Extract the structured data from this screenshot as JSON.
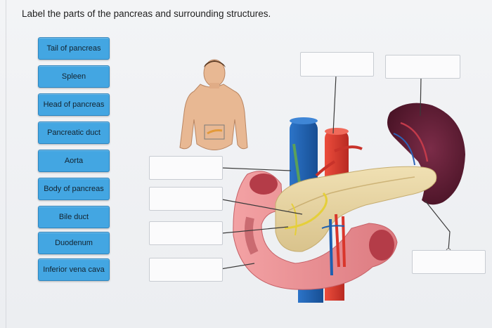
{
  "instruction": "Label the parts of the pancreas and surrounding structures.",
  "label_chips": [
    "Tail of pancreas",
    "Spleen",
    "Head of pancreas",
    "Pancreatic duct",
    "Aorta",
    "Body of pancreas",
    "Bile duct",
    "Duodenum",
    "Inferior vena cava"
  ],
  "colors": {
    "chip": "#43a6e2",
    "pancreas": "#e7d3a0",
    "duodenum": "#e98f92",
    "spleen": "#5e1e34",
    "aorta": "#d9362b",
    "vena_cava": "#1d5fb0"
  }
}
